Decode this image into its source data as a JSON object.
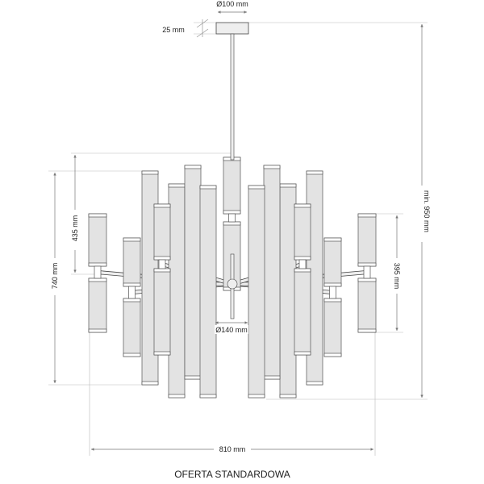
{
  "dimensions": {
    "canopy_diameter": "Ø100 mm",
    "canopy_height": "25 mm",
    "total_height": "min. 950 mm",
    "upper_height": "435 mm",
    "body_height": "740 mm",
    "side_height": "395 mm",
    "center_diameter": "Ø140 mm",
    "width": "810 mm"
  },
  "caption": "OFERTA STANDARDOWA"
}
